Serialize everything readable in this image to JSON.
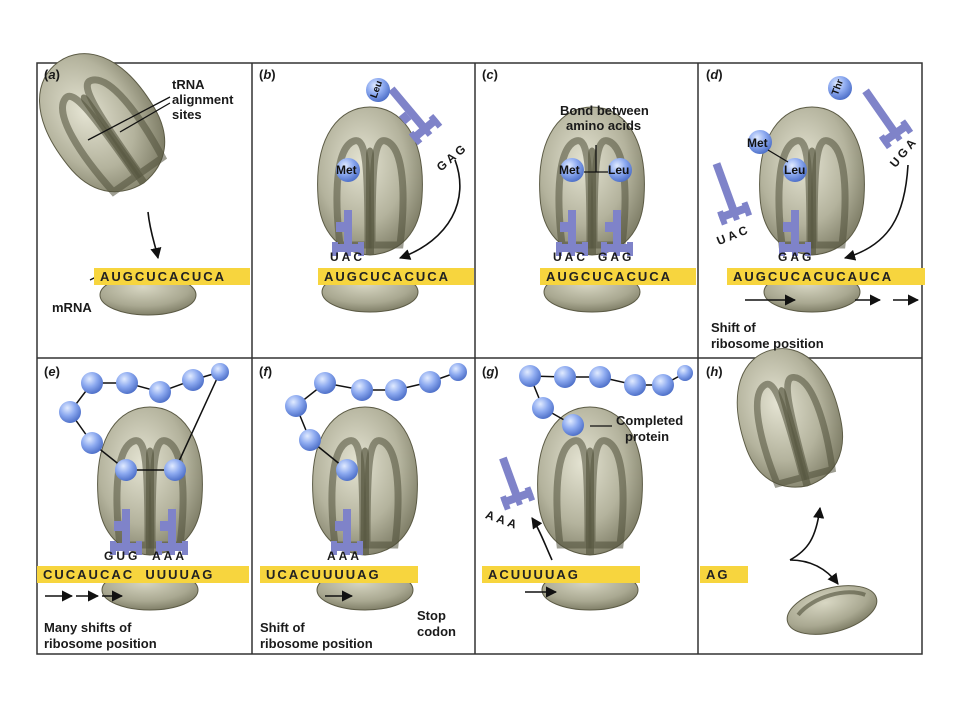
{
  "colors": {
    "ribosome": "#a9a893",
    "ribosome_dark": "#55553f",
    "trna": "#7f83c9",
    "amino_acid": "#7fa0e8",
    "mrna": "#f7d53e",
    "panel_border": "#333333"
  },
  "panels": {
    "a": {
      "label": "a",
      "trna_sites_label_line1": "tRNA",
      "trna_sites_label_line2": "alignment",
      "trna_sites_label_line3": "sites",
      "mrna_label": "mRNA",
      "mrna_seq": "AUGCUCACUCA"
    },
    "b": {
      "label": "b",
      "aa_met": "Met",
      "aa_leu": "Leu",
      "anticodon_1": "UAC",
      "anticodon_incoming": "GAG",
      "mrna_seq": "AUGCUCACUCA"
    },
    "c": {
      "label": "c",
      "bond_label_line1": "Bond between",
      "bond_label_line2": "amino acids",
      "aa_met": "Met",
      "aa_leu": "Leu",
      "anticodon_1": "UAC",
      "anticodon_2": "GAG",
      "mrna_seq": "AUGCUCACUCA"
    },
    "d": {
      "label": "d",
      "aa_met": "Met",
      "aa_leu": "Leu",
      "aa_thr": "Thr",
      "anticodon_leaving": "UAC",
      "anticodon_site": "GAG",
      "anticodon_incoming": "UGA",
      "mrna_seq": "AUGCUCACUCAUCA",
      "caption_line1": "Shift of",
      "caption_line2": "ribosome position"
    },
    "e": {
      "label": "e",
      "anticodon_1": "GUG",
      "anticodon_2": "AAA",
      "mrna_seq": "CUCAUCAC  UUUUAG",
      "caption_line1": "Many shifts of",
      "caption_line2": "ribosome position"
    },
    "f": {
      "label": "f",
      "anticodon_1": "AAA",
      "mrna_seq": "UCACUUUUAG",
      "caption_line1": "Shift of",
      "caption_line2": "ribosome position",
      "stop_line1": "Stop",
      "stop_line2": "codon"
    },
    "g": {
      "label": "g",
      "protein_label_line1": "Completed",
      "protein_label_line2": "protein",
      "anticodon_released": "AAA",
      "mrna_seq": "ACUUUUAG"
    },
    "h": {
      "label": "h",
      "mrna_seq": "AG"
    }
  }
}
